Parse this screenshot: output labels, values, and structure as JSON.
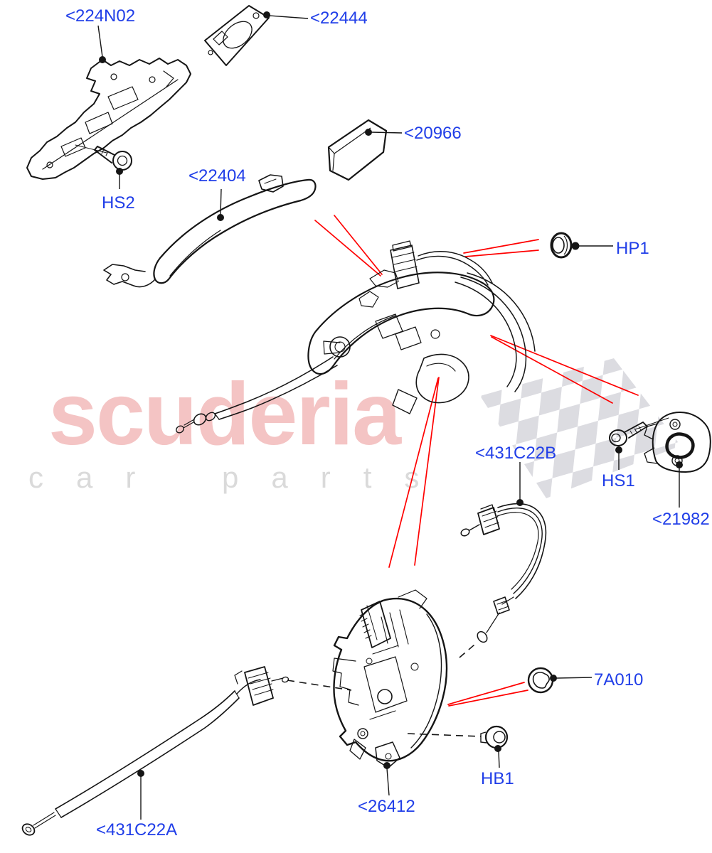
{
  "diagram": {
    "watermark": {
      "brand": "scuderia",
      "subtitle": "car parts"
    },
    "colors": {
      "label_blue": "#203ee8",
      "pointer_red": "#ff0000",
      "line_black": "#151515",
      "watermark_pink": "#f4c4c4",
      "watermark_gray": "#dadada",
      "checker_gray": "#d8d8de"
    },
    "labels": [
      {
        "text": "<224N02"
      },
      {
        "text": "<22444"
      },
      {
        "text": "<20966"
      },
      {
        "text": "<22404"
      },
      {
        "text": "HS2"
      },
      {
        "text": "HP1"
      },
      {
        "text": "<431C22B"
      },
      {
        "text": "HS1"
      },
      {
        "text": "<21982"
      },
      {
        "text": "7A010"
      },
      {
        "text": "HB1"
      },
      {
        "text": "<26412"
      },
      {
        "text": "<431C22A"
      }
    ]
  }
}
